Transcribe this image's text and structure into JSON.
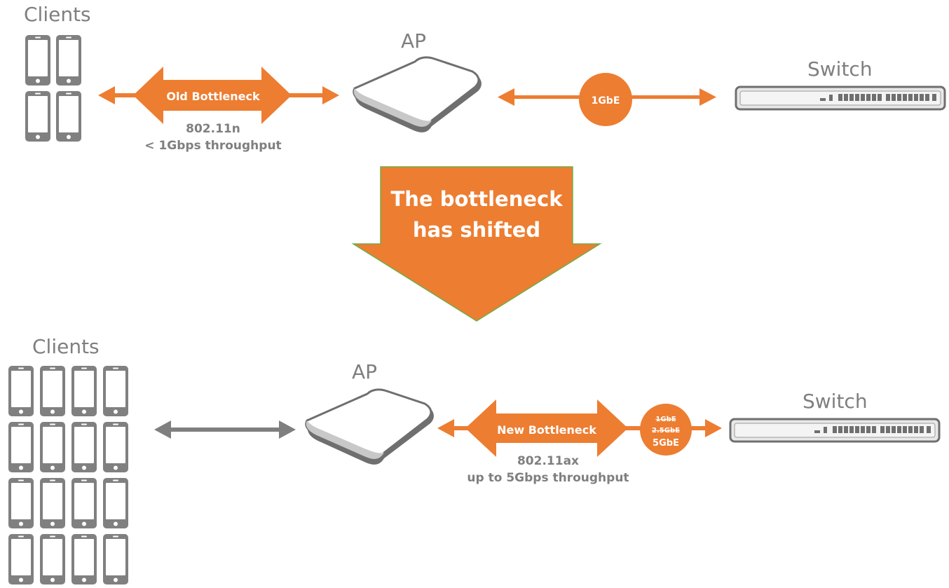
{
  "top": {
    "clients_label": "Clients",
    "ap_label": "AP",
    "switch_label": "Switch",
    "bottleneck_label": "Old Bottleneck",
    "standard": "802.11n",
    "throughput": "< 1Gbps throughput",
    "uplink_label": "1GbE",
    "client_count": 4
  },
  "shift": {
    "line1": "The bottleneck",
    "line2": "has shifted"
  },
  "bottom": {
    "clients_label": "Clients",
    "ap_label": "AP",
    "switch_label": "Switch",
    "bottleneck_label": "New Bottleneck",
    "standard": "802.11ax",
    "throughput": "up to 5Gbps throughput",
    "uplink_struck_1": "1GbE",
    "uplink_struck_2": "2.5GbE",
    "uplink_label": "5GbE",
    "client_count": 16
  },
  "colors": {
    "orange": "#ed7d31",
    "big_arrow": "#ed7d31",
    "big_arrow_border": "#70ad47",
    "gray": "#7f7f7f",
    "device": "#808080"
  }
}
